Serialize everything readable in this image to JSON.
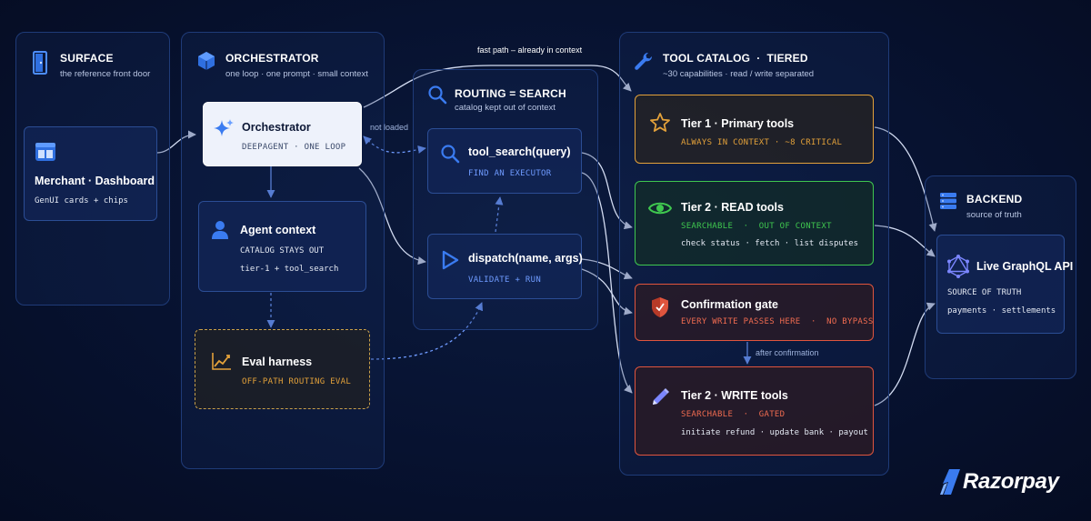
{
  "colors": {
    "background": "#071230",
    "column_border": "#1f3b78",
    "accent_blue": "#4d8dff",
    "tier1_orange": "#e3a13a",
    "read_green": "#3fc74f",
    "gate_red": "#e0553e",
    "write_red": "#e0553e",
    "eval_amber": "#c9a04a"
  },
  "surface": {
    "title": "SURFACE",
    "subtitle": "the reference front door",
    "icon": "door-icon",
    "card": {
      "title": "Merchant · Dashboard",
      "line": "GenUI cards + chips",
      "icon": "dashboard-icon"
    }
  },
  "orchestrator_column": {
    "title": "ORCHESTRATOR",
    "subtitle": "one loop · one prompt · small context",
    "icon": "cube-icon",
    "orchestrator_card": {
      "title": "Orchestrator",
      "sub": "DEEPAGENT · ONE LOOP",
      "icon": "sparkle-icon"
    },
    "agent_context_card": {
      "title": "Agent context",
      "line1": "CATALOG STAYS OUT",
      "line2": "tier-1 + tool_search",
      "icon": "person-icon"
    },
    "eval_card": {
      "title": "Eval harness",
      "sub": "OFF-PATH ROUTING EVAL",
      "icon": "chart-line-icon"
    }
  },
  "routing": {
    "title": "ROUTING = SEARCH",
    "subtitle": "catalog kept out of context",
    "icon": "search-icon",
    "tool_search_card": {
      "title": "tool_search(query)",
      "sub": "FIND AN EXECUTOR",
      "icon": "search-icon"
    },
    "dispatch_card": {
      "title": "dispatch(name, args)",
      "sub": "VALIDATE + RUN",
      "icon": "play-icon"
    }
  },
  "catalog": {
    "title": "TOOL CATALOG  ·  TIERED",
    "subtitle": "~30 capabilities · read / write separated",
    "icon": "wrench-icon",
    "tier1": {
      "title": "Tier 1 · Primary tools",
      "sub": "ALWAYS IN CONTEXT · ~8 CRITICAL",
      "icon": "star-icon"
    },
    "tier2_read": {
      "title": "Tier 2 · READ tools",
      "sub": "SEARCHABLE  ·  OUT OF CONTEXT",
      "line": "check status · fetch · list disputes",
      "icon": "eye-icon"
    },
    "gate": {
      "title": "Confirmation gate",
      "sub": "EVERY WRITE PASSES HERE  ·  NO BYPASS",
      "icon": "shield-icon"
    },
    "tier2_write": {
      "title": "Tier 2 · WRITE tools",
      "sub": "SEARCHABLE  ·  GATED",
      "line": "initiate refund · update bank · payout",
      "icon": "pencil-icon"
    }
  },
  "backend": {
    "title": "BACKEND",
    "subtitle": "source of truth",
    "icon": "server-icon",
    "api_card": {
      "title": "Live GraphQL API",
      "line1": "SOURCE OF TRUTH",
      "line2": "payments · settlements",
      "icon": "graphql-icon"
    }
  },
  "edge_labels": {
    "fast_path": "fast path – already in context",
    "not_loaded": "not loaded",
    "after_confirmation": "after confirmation"
  },
  "brand": {
    "name": "Razorpay",
    "icon": "razorpay-logo-icon"
  }
}
